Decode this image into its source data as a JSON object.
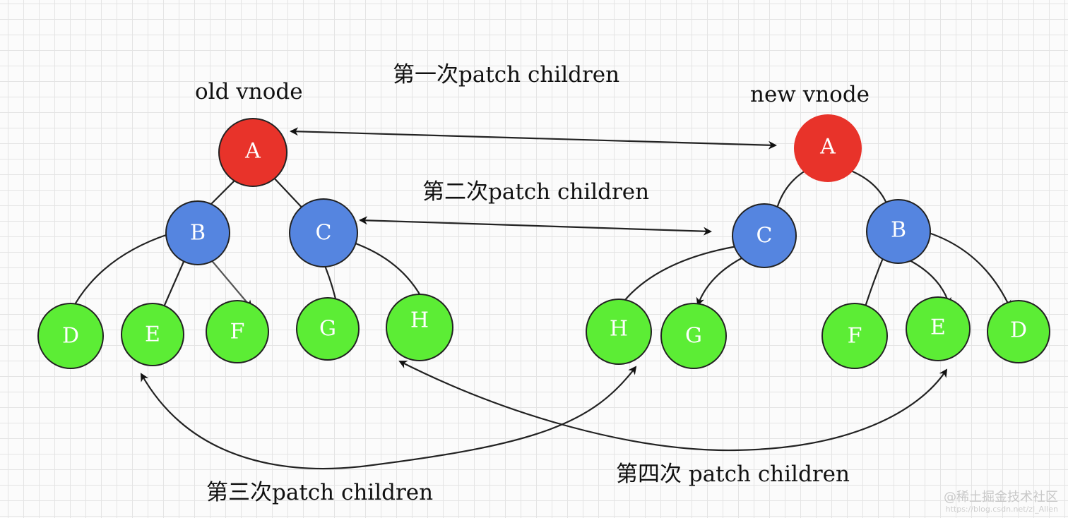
{
  "captions": {
    "old_tree": "old vnode",
    "new_tree": "new vnode",
    "patch_1": "第一次patch children",
    "patch_2": "第二次patch children",
    "patch_3": "第三次patch children",
    "patch_4": "第四次 patch children"
  },
  "old_tree": {
    "root": "A",
    "level1": [
      "B",
      "C"
    ],
    "level2": [
      "D",
      "E",
      "F",
      "G",
      "H"
    ]
  },
  "new_tree": {
    "root": "A",
    "level1": [
      "C",
      "B"
    ],
    "level2": [
      "H",
      "G",
      "F",
      "E",
      "D"
    ]
  },
  "colors": {
    "root": "#e8332a",
    "inner": "#5585e0",
    "leaf": "#5ced35",
    "edge": "#222222",
    "grid": "#e4e4e4"
  },
  "watermark": {
    "brand": "@稀土掘金技术社区",
    "url": "https://blog.csdn.net/zl_Allen"
  }
}
